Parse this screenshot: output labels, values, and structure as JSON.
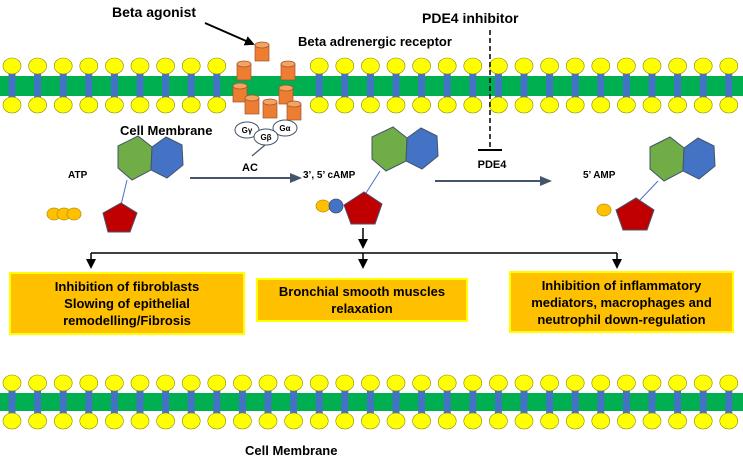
{
  "labels": {
    "beta_agonist": "Beta agonist",
    "pde4_inhibitor": "PDE4 inhibitor",
    "beta_receptor": "Beta adrenergic receptor",
    "cell_membrane_top": "Cell Membrane",
    "cell_membrane_bottom": "Cell Membrane",
    "ac": "AC",
    "atp": "ATP",
    "camp": "3’, 5’ cAMP",
    "pde4": "PDE4",
    "amp": "5’ AMP",
    "g_gamma": "Gγ",
    "g_beta": "Gβ",
    "g_alpha": "Gα"
  },
  "effects": {
    "left": "Inhibition of fibroblasts\nSlowing of epithelial\nremodelling/Fibrosis",
    "center": "Bronchial smooth muscles\nrelaxation",
    "right": "Inhibition of inflammatory\nmediators, macrophages and\nneutrophil down-regulation"
  },
  "colors": {
    "membrane": "#00b050",
    "lipid_head": "#ffff00",
    "lipid_tail": "#4472c4",
    "receptor": "#ed7d31",
    "hexagon_green": "#70ad47",
    "hexagon_blue": "#4472c4",
    "pentagon": "#c00000",
    "phosphate": "#ffc000",
    "box_fill": "#ffc000",
    "box_border": "#ffff00",
    "arrow": "#44546a"
  }
}
